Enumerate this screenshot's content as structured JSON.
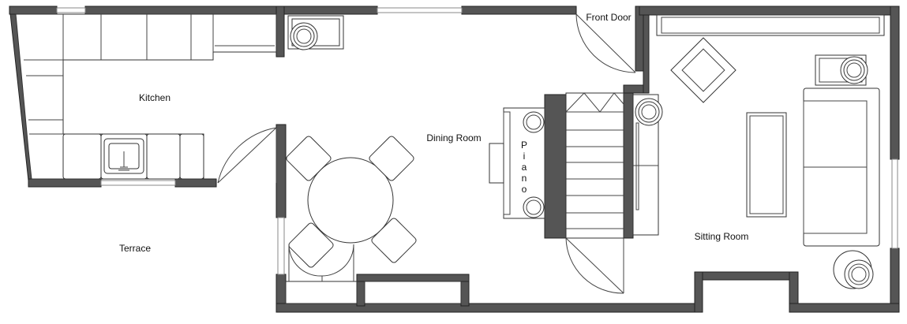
{
  "rooms": {
    "kitchen": "Kitchen",
    "terrace": "Terrace",
    "dining_room": "Dining Room",
    "sitting_room": "Sitting Room",
    "front_door": "Front Door"
  },
  "furniture": {
    "piano_letters": [
      "P",
      "i",
      "a",
      "n",
      "o"
    ]
  },
  "colors": {
    "wall": "#555555",
    "line": "#333333",
    "background": "#ffffff"
  }
}
